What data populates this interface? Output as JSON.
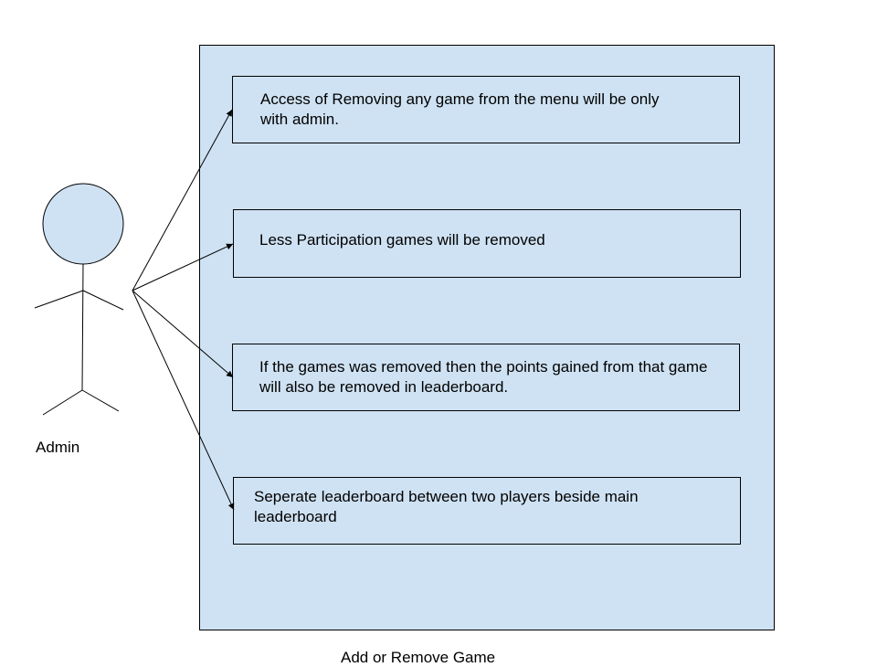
{
  "diagram": {
    "actor": {
      "label": "Admin"
    },
    "system": {
      "label": "Add or Remove Game"
    },
    "use_cases": [
      {
        "text": "Access of Removing any game from the menu will be only with admin."
      },
      {
        "text": "Less Participation games will be removed"
      },
      {
        "text": "If the games was removed then the points gained from that game will also be removed in leaderboard."
      },
      {
        "text": "Seperate leaderboard between two players beside main leaderboard"
      }
    ]
  },
  "colors": {
    "fill": "#cfe2f3",
    "stroke": "#000000",
    "background": "#ffffff"
  }
}
